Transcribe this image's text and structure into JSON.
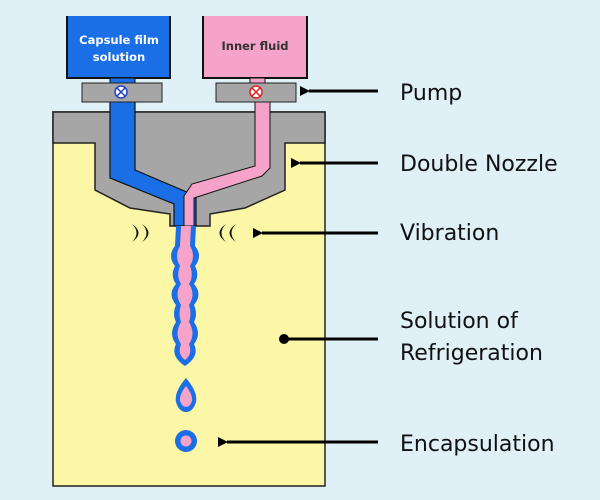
{
  "tanks": {
    "capsule_film": {
      "label_line1": "Capsule film",
      "label_line2": "solution",
      "color": "#1a6fe6",
      "text_color": "#ffffff"
    },
    "inner_fluid": {
      "label": "Inner fluid",
      "color": "#f6a3c9",
      "text_color": "#333333"
    }
  },
  "callouts": {
    "pump": "Pump",
    "double_nozzle": "Double Nozzle",
    "vibration": "Vibration",
    "solution_line1": "Solution of",
    "solution_line2": "Refrigeration",
    "encapsulation": "Encapsulation"
  },
  "colors": {
    "background": "#dff0f7",
    "bath_fill": "#fcf7a6",
    "nozzle_gray": "#a6a6a6",
    "film_blue": "#1a6fe6",
    "inner_pink": "#f6a3c9",
    "pump_valve_blue": "#2040c0",
    "pump_valve_red": "#e02020"
  },
  "icons": {
    "pump_valve": "valve-x-icon",
    "vibration": "crescent-wave-icon",
    "arrow": "left-arrow-icon"
  }
}
